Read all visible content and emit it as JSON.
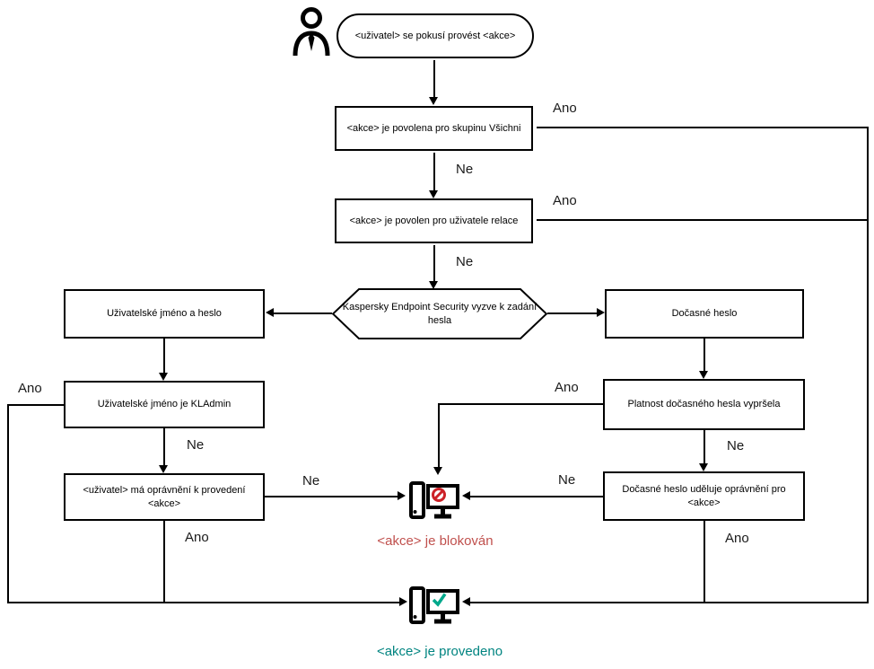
{
  "colors": {
    "line": "#000000",
    "blocked_text": "#c0504d",
    "blocked_symbol": "#cc2127",
    "performed_text": "#008480",
    "check": "#00a88b"
  },
  "labels": {
    "yes": "Ano",
    "no": "Ne"
  },
  "nodes": {
    "start": "<uživatel> se pokusí provést <akce>",
    "action_allowed_everyone": "<akce> je povolena pro skupinu Všichni",
    "action_allowed_session_user": "<akce> je povolen pro uživatele relace",
    "password_prompt": "Kaspersky Endpoint Security vyzve k zadání hesla",
    "username_password": "Uživatelské jméno a heslo",
    "username_is_kladmin": "Uživatelské jméno je KLAdmin",
    "user_has_permission": "<uživatel> má oprávnění k provedení <akce>",
    "temporary_password": "Dočasné heslo",
    "temp_password_expired": "Platnost dočasného hesla vypršela",
    "temp_password_grants": "Dočasné heslo uděluje oprávnění pro <akce>"
  },
  "results": {
    "blocked": "<akce> je blokován",
    "performed": "<akce> je provedeno"
  }
}
